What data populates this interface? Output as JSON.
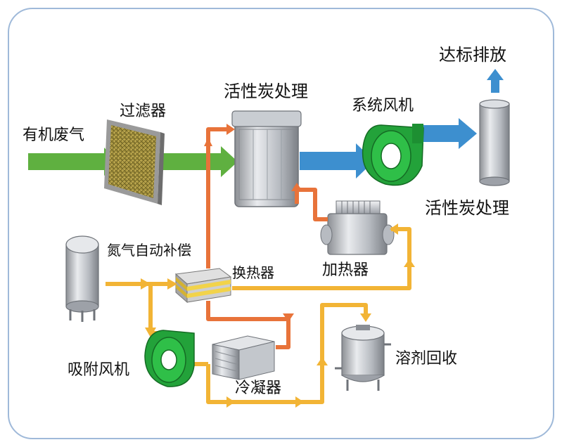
{
  "labels": {
    "exhaust_gas": "有机废气",
    "filter": "过滤器",
    "carbon_top": "活性炭处理",
    "fan_system": "系统风机",
    "discharge": "达标排放",
    "carbon_right": "活性炭处理",
    "nitrogen": "氮气自动补偿",
    "heat_exchanger": "换热器",
    "heater": "加热器",
    "adsorption_fan": "吸附风机",
    "condenser": "冷凝器",
    "solvent_recovery": "溶剂回收"
  },
  "colors": {
    "green_flow": "#5fb040",
    "blue_flow": "#3d8fcf",
    "orange_flow": "#e8733a",
    "yellow_flow": "#f2b435",
    "fan_green": "#23a23a",
    "frame_border": "#9fb9d9"
  }
}
